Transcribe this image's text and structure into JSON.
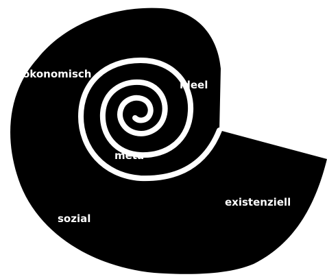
{
  "labels": {
    "oekonomisch": "ökonomisch",
    "ideel": "ideel",
    "meta": "meta",
    "existenziell": "existenziell",
    "sozial": "sozial"
  },
  "colors": {
    "shell": "#000000",
    "spiral_line": "#ffffff",
    "background": "#ffffff",
    "text": "#ffffff"
  },
  "icons": {
    "shape": "nautilus-shell-spiral"
  }
}
